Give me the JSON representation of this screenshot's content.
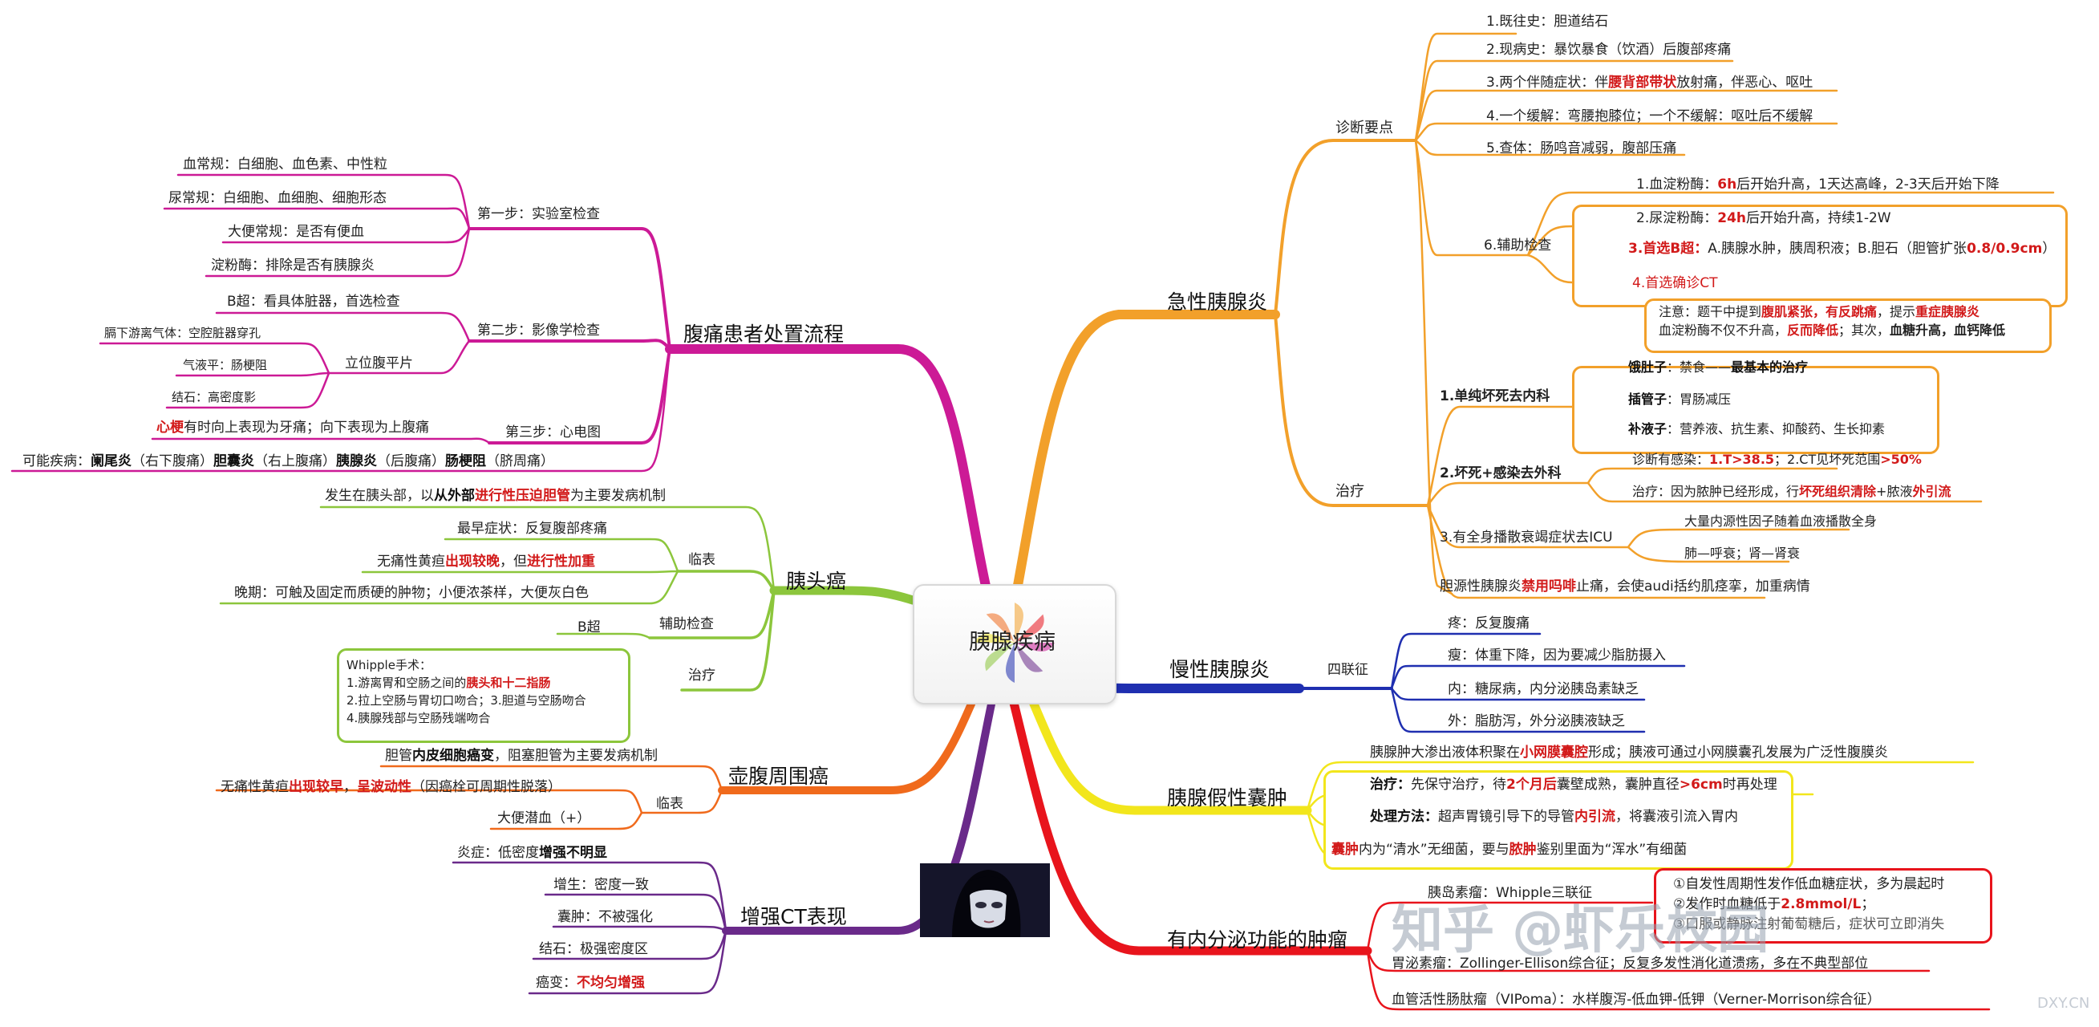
{
  "center": {
    "title": "胰腺疾病"
  },
  "branches": {
    "acute": {
      "title": "急性胰腺炎",
      "diag": {
        "title": "诊断要点",
        "items": [
          "1.既往史：胆道结石",
          "2.现病史：暴饮暴食（饮酒）后腹部疼痛",
          "3.两个伴随症状：伴",
          "腰背部带状",
          "放射痛，伴恶心、呕吐",
          "4.一个缓解：弯腰抱膝位；一个不缓解：呕吐后不缓解",
          "5.查体：肠鸣音减弱，腹部压痛"
        ],
        "aux": {
          "title": "6.辅助检查",
          "a1": [
            "1.血淀粉酶：",
            "6h",
            "后开始升高，1天达高峰，2-3天后开始下降"
          ],
          "a2": [
            "2.尿淀粉酶：",
            "24h",
            "后开始升高，持续1-2W"
          ],
          "a3": [
            "3.首选B超：",
            "A.胰腺水肿，胰周积液；B.胆石（胆管扩张",
            "0.8/0.9cm",
            "）"
          ],
          "a4": "4.首选确诊CT",
          "note1": [
            "注意：题干中提到",
            "腹肌紧张，有反跳痛",
            "，提示",
            "重症胰腺炎"
          ],
          "note2": [
            "血淀粉酶不仅不升高，",
            "反而降低",
            "；其次，",
            "血糖升高，血钙降低"
          ]
        }
      },
      "treat": {
        "title": "治疗",
        "t1": {
          "title": "1.单纯坏死去内科",
          "items": [
            [
              "饿肚子",
              "：禁食——",
              "最基本的治疗"
            ],
            [
              "插管子",
              "：胃肠减压"
            ],
            [
              "补液子",
              "：营养液、抗生素、抑酸药、生长抑素"
            ]
          ]
        },
        "t2": {
          "title": "2.坏死+感染去外科",
          "i1": [
            "诊断有感染：",
            "1.T>38.5",
            "；2.CT见坏死范围",
            ">50%"
          ],
          "i2": [
            "治疗：因为脓肿已经形成，行",
            "坏死组织清除",
            "+脓液",
            "外引流"
          ]
        },
        "t3": {
          "title": "3.有全身播散衰竭症状去ICU",
          "items": [
            "大量内源性因子随着血液播散全身",
            "肺—呼衰；肾—肾衰"
          ]
        },
        "t4": [
          "胆源性胰腺炎",
          "禁用吗啡",
          "止痛，会使audi括约肌痉挛，加重病情"
        ]
      }
    },
    "chronic": {
      "title": "慢性胰腺炎",
      "sub": "四联征",
      "items": [
        "疼：反复腹痛",
        "瘦：体重下降，因为要减少脂肪摄入",
        "内：糖尿病，内分泌胰岛素缺乏",
        "外：脂肪泻，外分泌胰液缺乏"
      ]
    },
    "pseudo": {
      "title": "胰腺假性囊肿",
      "i1": [
        "胰腺肿大渗出液体积聚在",
        "小网膜囊腔",
        "形成；胰液可通过小网膜囊孔发展为广泛性腹膜炎"
      ],
      "i2": [
        "治疗：",
        "先保守治疗，待",
        "2个月后",
        "囊壁成熟，囊肿直径",
        ">6cm",
        "时再处理"
      ],
      "i3": [
        "处理方法：",
        "超声胃镜引导下的导管",
        "内引流",
        "，将囊液引流入胃内"
      ],
      "i4": [
        "囊肿",
        "内为“清水”无细菌，要与",
        "脓肿",
        "鉴别里面为“浑水”有细菌"
      ]
    },
    "endocrine": {
      "title": "有内分泌功能的肿瘤",
      "insulinoma": "胰岛素瘤：Whipple三联征",
      "w1": "①自发性周期性发作低血糖症状，多为晨起时",
      "w2": [
        "②发作时血糖低于",
        "2.8mmol/L",
        "；"
      ],
      "w3": "③口服或静脉注射葡萄糖后，症状可立即消失",
      "gastrinoma": "胃泌素瘤：Zollinger-Ellison综合征；反复多发性消化道溃疡，多在不典型部位",
      "vipoma": "血管活性肠肽瘤（VIPoma）：水样腹泻-低血钾-低钾（Verner-Morrison综合征）"
    },
    "abdpain": {
      "title": "腹痛患者处置流程",
      "step1": {
        "title": "第一步：实验室检查",
        "items": [
          "血常规：白细胞、血色素、中性粒",
          "尿常规：白细胞、血细胞、细胞形态",
          "大便常规：是否有便血",
          "淀粉酶：排除是否有胰腺炎"
        ]
      },
      "step2": {
        "title": "第二步：影像学检查",
        "bus": "B超：看具体脏器，首选检查",
        "xray": {
          "title": "立位腹平片",
          "items": [
            "膈下游离气体：空腔脏器穿孔",
            "气液平：肠梗阻",
            "结石：高密度影"
          ]
        }
      },
      "step3": {
        "title": "第三步：心电图",
        "item": [
          "心梗",
          "有时向上表现为牙痛；向下表现为上腹痛"
        ]
      },
      "possible": [
        "可能疾病：",
        "阑尾炎",
        "（右下腹痛）",
        "胆囊炎",
        "（右上腹痛）",
        "胰腺炎",
        "（后腹痛）",
        "肠梗阻",
        "（脐周痛）"
      ]
    },
    "headca": {
      "title": "胰头癌",
      "top": [
        "发生在胰头部，以",
        "从外部",
        "进行性压迫胆管",
        "为主要发病机制"
      ],
      "clinical": {
        "title": "临表",
        "i1": "最早症状：反复腹部疼痛",
        "i2": [
          "无痛性黄疸",
          "出现较晚",
          "，但",
          "进行性加重"
        ],
        "i3": "晚期：可触及固定而质硬的肿物；小便浓茶样，大便灰白色"
      },
      "aux": {
        "title": "辅助检查",
        "item": "B超"
      },
      "treat": {
        "title": "治疗",
        "w0": "Whipple手术：",
        "w1": [
          "1.游离胃和空肠之间的",
          "胰头和十二指肠"
        ],
        "w2": "2.拉上空肠与胃切口吻合；3.胆道与空肠吻合",
        "w3": "4.胰腺残部与空肠残端吻合"
      }
    },
    "ampulla": {
      "title": "壶腹周围癌",
      "top": [
        "胆管",
        "内皮细胞癌变",
        "，阻塞胆管为主要发病机制"
      ],
      "clinical": {
        "title": "临表",
        "i1": [
          "无痛性黄疸",
          "出现较早",
          "，",
          "呈波动性",
          "（因癌栓可周期性脱落）"
        ],
        "i2": "大便潜血（+）"
      }
    },
    "ct": {
      "title": "增强CT表现",
      "i1": [
        "炎症：低密度",
        "增强不明显"
      ],
      "i2": "增生：密度一致",
      "i3": "囊肿：不被强化",
      "i4": "结石：极强密度区",
      "i5": [
        "癌变：",
        "不均匀增强"
      ]
    }
  },
  "watermark": {
    "main": "知乎 @虾乐校园",
    "site": "DXY.CN"
  },
  "colors": {
    "acute": "#f2a02a",
    "chronic": "#1f2fb0",
    "pseudo": "#f2e61c",
    "endocrine": "#e8141c",
    "abdpain": "#cc1a96",
    "headca": "#8cc63c",
    "ampulla": "#f06a1c",
    "ct": "#6a2a8a",
    "highlight": "#d21a1a"
  }
}
